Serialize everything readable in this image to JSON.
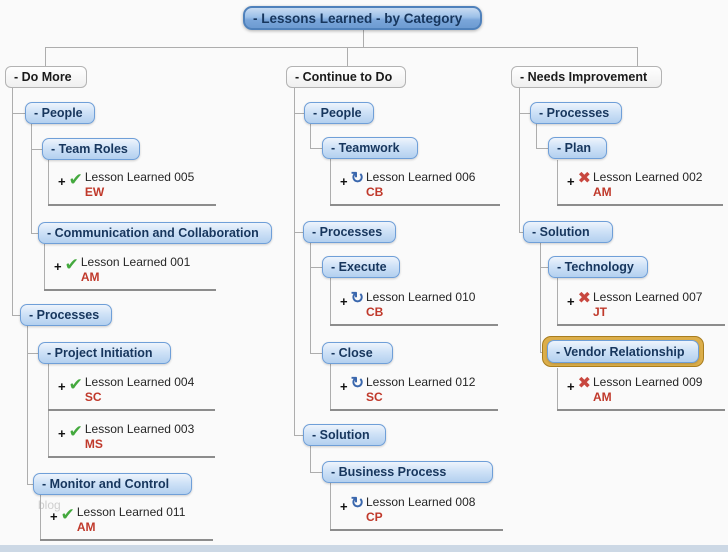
{
  "title": "- Lessons Learned - by Category",
  "watermark": "blog",
  "glyphs": {
    "plus": "+",
    "check": "✔",
    "refresh": "↻",
    "cross": "✖"
  },
  "topics": {
    "do_more": "- Do More",
    "continue_to_do": "- Continue to Do",
    "needs_improvement": "- Needs Improvement",
    "people_left": "- People",
    "team_roles": "- Team Roles",
    "communication": "- Communication and Collaboration",
    "processes_left": "- Processes",
    "project_initiation": "- Project Initiation",
    "monitor_control": "- Monitor and Control",
    "people_mid": "- People",
    "teamwork": "- Teamwork",
    "processes_mid": "- Processes",
    "execute": "- Execute",
    "close": "- Close",
    "solution_mid": "- Solution",
    "business_process": "- Business Process",
    "processes_right": "- Processes",
    "plan": "- Plan",
    "solution_right": "- Solution",
    "technology": "- Technology",
    "vendor_relationship": "- Vendor Relationship"
  },
  "lessons": {
    "l005": {
      "title": "Lesson Learned 005",
      "owner": "EW",
      "status": "check"
    },
    "l001": {
      "title": "Lesson Learned 001",
      "owner": "AM",
      "status": "check"
    },
    "l004": {
      "title": "Lesson Learned 004",
      "owner": "SC",
      "status": "check"
    },
    "l003": {
      "title": "Lesson Learned 003",
      "owner": "MS",
      "status": "check"
    },
    "l011": {
      "title": "Lesson Learned 011",
      "owner": "AM",
      "status": "check"
    },
    "l006": {
      "title": "Lesson Learned 006",
      "owner": "CB",
      "status": "refresh"
    },
    "l010": {
      "title": "Lesson Learned 010",
      "owner": "CB",
      "status": "refresh"
    },
    "l012": {
      "title": "Lesson Learned 012",
      "owner": "SC",
      "status": "refresh"
    },
    "l008": {
      "title": "Lesson Learned 008",
      "owner": "CP",
      "status": "refresh"
    },
    "l002": {
      "title": "Lesson Learned 002",
      "owner": "AM",
      "status": "cross"
    },
    "l007": {
      "title": "Lesson Learned 007",
      "owner": "JT",
      "status": "cross"
    },
    "l009": {
      "title": "Lesson Learned 009",
      "owner": "AM",
      "status": "cross"
    }
  },
  "colors": {
    "topic_blue_border": "#6f9fd8",
    "title_blue_border": "#4f81bb",
    "highlight_gold": "#dcae4a",
    "owner_red": "#c0392b",
    "check_green": "#44a93e",
    "refresh_blue": "#3a67ad",
    "cross_red": "#c8473f",
    "connector_gray": "#adadad"
  }
}
